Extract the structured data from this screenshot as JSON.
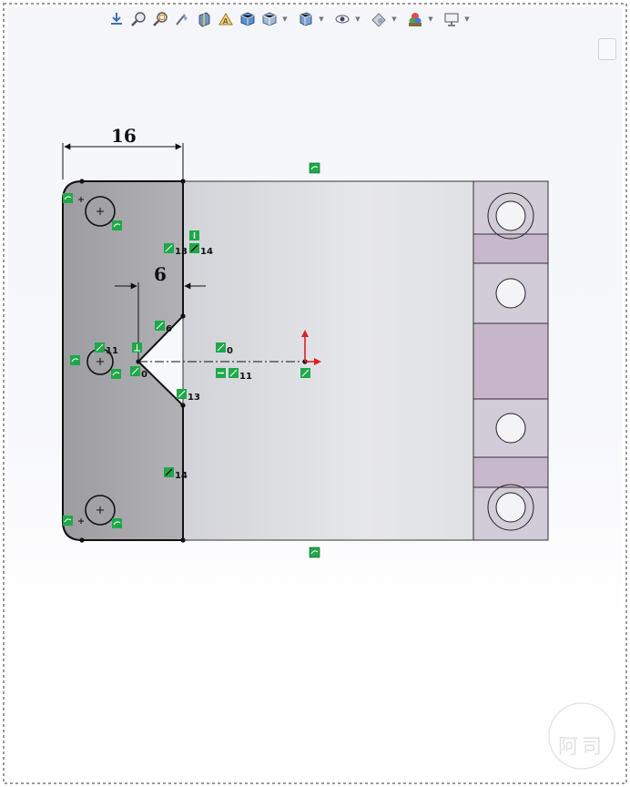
{
  "toolbar": {
    "items": [
      {
        "name": "view-orientation-icon"
      },
      {
        "name": "zoom-to-fit-icon"
      },
      {
        "name": "zoom-to-area-icon"
      },
      {
        "name": "previous-view-icon"
      },
      {
        "name": "section-view-icon"
      },
      {
        "name": "dynamic-annotation-icon"
      },
      {
        "name": "view-orientation-cube-icon"
      },
      {
        "name": "display-style-icon"
      },
      {
        "name": "hide-show-items-icon"
      },
      {
        "name": "edit-appearance-icon"
      },
      {
        "name": "apply-scene-icon"
      },
      {
        "name": "view-settings-icon"
      }
    ]
  },
  "dimensions": {
    "width_top": "16",
    "notch_depth": "6"
  },
  "relations": {
    "r13a": "13",
    "r14a": "14",
    "r6": "6",
    "r11a": "11",
    "r0a": "0",
    "r0b": "0",
    "r11b": "11",
    "r13b": "13",
    "r14b": "14"
  },
  "watermark": {
    "text": "阿司"
  },
  "colors": {
    "relation_green": "#1fa84a",
    "plate_gray": "#a9a9ad",
    "origin_red": "#e02020",
    "component_lilac": "#c9bcce"
  }
}
